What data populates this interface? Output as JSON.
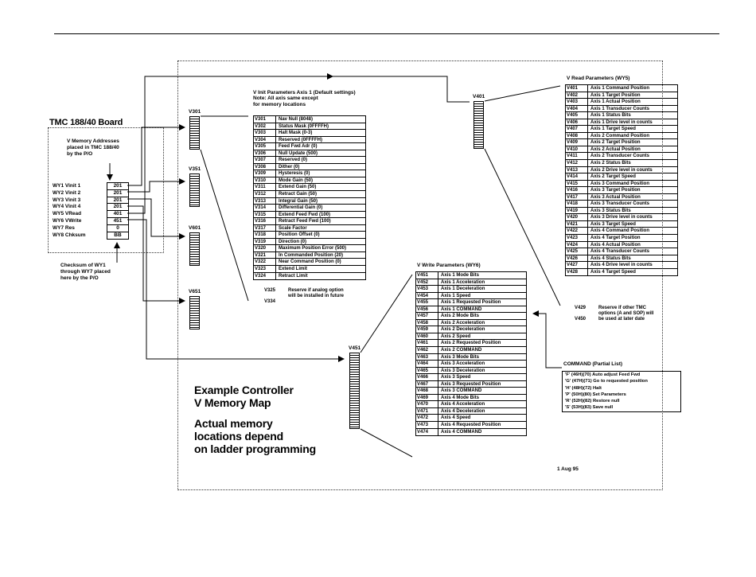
{
  "board": {
    "title": "TMC 188/40 Board",
    "addr_note": [
      "V Memory Addresses",
      "placed in TMC 188/40",
      "by the P/O"
    ],
    "registers": [
      {
        "label": "WY1 Vinit 1",
        "value": "201"
      },
      {
        "label": "WY2 Vinit 2",
        "value": "201"
      },
      {
        "label": "WY3 Vinit 3",
        "value": "201"
      },
      {
        "label": "WY4 Vinit 4",
        "value": "201"
      },
      {
        "label": "WY5 VRead",
        "value": "401"
      },
      {
        "label": "WY6 VWrite",
        "value": "451"
      },
      {
        "label": "WY7 Res",
        "value": "0"
      },
      {
        "label": "WY8 Chksum",
        "value": "BB"
      }
    ],
    "checksum_note": [
      "Checksum of WY1",
      "through WY7 placed",
      "here by the P/O"
    ]
  },
  "init": {
    "title": [
      "V Init Parameters Axis 1  (Default settings)",
      "Note: All axis same except",
      "for  memory locations"
    ],
    "column_labels": [
      "V301",
      "V351",
      "V601",
      "V651"
    ],
    "rows": [
      [
        "V301",
        "Nav Null (8048)"
      ],
      [
        "V302",
        "Status Mask (0FFFFH)"
      ],
      [
        "V303",
        "Halt Mask (0-3)"
      ],
      [
        "V304",
        "Reserved (0FFFFH)"
      ],
      [
        "V305",
        "Feed Fwd Adr (0)"
      ],
      [
        "V306",
        "Null Update (500)"
      ],
      [
        "V307",
        "Reserved (0)"
      ],
      [
        "V308",
        "Dither (0)"
      ],
      [
        "V309",
        "Hysteresis (0)"
      ],
      [
        "V310",
        "Mode Gain (50)"
      ],
      [
        "V311",
        "Extend Gain (50)"
      ],
      [
        "V312",
        "Retract Gain (50)"
      ],
      [
        "V313",
        "Integral Gain (50)"
      ],
      [
        "V314",
        "Differential Gain (0)"
      ],
      [
        "V315",
        "Extend Feed Fwd (100)"
      ],
      [
        "V316",
        "Retract Feed Fwd (100)"
      ],
      [
        "V317",
        "Scale Factor"
      ],
      [
        "V318",
        "Position Offset (0)"
      ],
      [
        "V319",
        "Direction (0)"
      ],
      [
        "V320",
        "Maximum Position Error (500)"
      ],
      [
        "V321",
        "In Commanded Position  (20)"
      ],
      [
        "V322",
        "Near Command Position  (0)"
      ],
      [
        "V323",
        "Extend Limit"
      ],
      [
        "V324",
        "Retract Limit"
      ]
    ],
    "reserved": [
      {
        "addr": "V325",
        "text": "Reserve if analog option"
      },
      {
        "addr": "",
        "text": "will be installed in future"
      },
      {
        "addr": "V334",
        "text": ""
      }
    ]
  },
  "read": {
    "title": "V Read Parameters (WY5)",
    "column_label": "V401",
    "rows": [
      [
        "V401",
        "Axis 1 Command Position"
      ],
      [
        "V402",
        "Axis 1 Target Position"
      ],
      [
        "V403",
        "Axis 1 Actual Position"
      ],
      [
        "V404",
        "Axis 1 Transducer Counts"
      ],
      [
        "V405",
        "Axis 1 Status Bits"
      ],
      [
        "V406",
        "Axis 1 Drive level in counts"
      ],
      [
        "V407",
        "Axis 1 Target Speed"
      ],
      [
        "V408",
        "Axis 2 Command Position"
      ],
      [
        "V409",
        "Axis 2 Target Position"
      ],
      [
        "V410",
        "Axis 2 Actual Position"
      ],
      [
        "V411",
        "Axis 2 Transducer Counts"
      ],
      [
        "V412",
        "Axis 2 Status Bits"
      ],
      [
        "V413",
        "Axis 2 Drive level in counts"
      ],
      [
        "V414",
        "Axis 2 Target Speed"
      ],
      [
        "V415",
        "Axis 3 Command Position"
      ],
      [
        "V416",
        "Axis 3 Target Position"
      ],
      [
        "V417",
        "Axis 3 Actual Position"
      ],
      [
        "V418",
        "Axis 3 Transducer Counts"
      ],
      [
        "V419",
        "Axis 3 Status Bits"
      ],
      [
        "V420",
        "Axis 3 Drive level in counts"
      ],
      [
        "V421",
        "Axis 3 Target Speed"
      ],
      [
        "V422",
        "Axis 4 Command Position"
      ],
      [
        "V423",
        "Axis 4 Target Position"
      ],
      [
        "V424",
        "Axis 4 Actual Position"
      ],
      [
        "V425",
        "Axis 4 Transducer Counts"
      ],
      [
        "V426",
        "Axis 4 Status Bits"
      ],
      [
        "V427",
        "Axis 4 Drive level in counts"
      ],
      [
        "V428",
        "Axis 4 Target Speed"
      ]
    ],
    "reserved": [
      {
        "addr": "V429",
        "text": "Reserve if other TMC"
      },
      {
        "addr": "",
        "text": "options (A and SOP) will"
      },
      {
        "addr": "V450",
        "text": "be used at later date"
      }
    ]
  },
  "write": {
    "title": "V Write Parameters (WY6)",
    "column_label": "V451",
    "rows": [
      [
        "V451",
        "Axis 1 Mode Bits"
      ],
      [
        "V452",
        "Axis 1 Acceleration"
      ],
      [
        "V453",
        "Axis 1 Deceleration"
      ],
      [
        "V454",
        "Axis 1 Speed"
      ],
      [
        "V455",
        "Axis 1 Requested Position"
      ],
      [
        "V456",
        "Axis 1 COMMAND"
      ],
      [
        "V457",
        "Axis 2 Mode Bits"
      ],
      [
        "V458",
        "Axis 2 Acceleration"
      ],
      [
        "V459",
        "Axis 2 Deceleration"
      ],
      [
        "V460",
        "Axis 2 Speed"
      ],
      [
        "V461",
        "Axis 2 Requested Position"
      ],
      [
        "V462",
        "Axis 2 COMMAND"
      ],
      [
        "V463",
        "Axis 3 Mode Bits"
      ],
      [
        "V464",
        "Axis 3 Acceleration"
      ],
      [
        "V465",
        "Axis 3 Deceleration"
      ],
      [
        "V466",
        "Axis 3 Speed"
      ],
      [
        "V467",
        "Axis 3 Requested Position"
      ],
      [
        "V468",
        "Axis 3 COMMAND"
      ],
      [
        "V469",
        "Axis 4 Mode Bits"
      ],
      [
        "V470",
        "Axis 4 Acceleration"
      ],
      [
        "V471",
        "Axis 4 Deceleration"
      ],
      [
        "V472",
        "Axis 4 Speed"
      ],
      [
        "V473",
        "Axis 4 Requested Position"
      ],
      [
        "V474",
        "Axis 4 COMMAND"
      ]
    ]
  },
  "command": {
    "title": "COMMAND  (Partial List)",
    "items": [
      "'F' (46H)(70) Auto adjust Feed Fwd",
      "'G' (47H)(71) Go to requested position",
      "'H' (48H)(72) Halt",
      "'P' (50H)(80) Set Parameters",
      "'R' (52H)(82) Restore null",
      "'S' (53H)(83) Save null"
    ]
  },
  "caption": {
    "line1": "Example Controller",
    "line2": "V Memory Map",
    "line3": "Actual memory",
    "line4": "locations depend",
    "line5": "on ladder programming"
  },
  "date": "1 Aug 95"
}
